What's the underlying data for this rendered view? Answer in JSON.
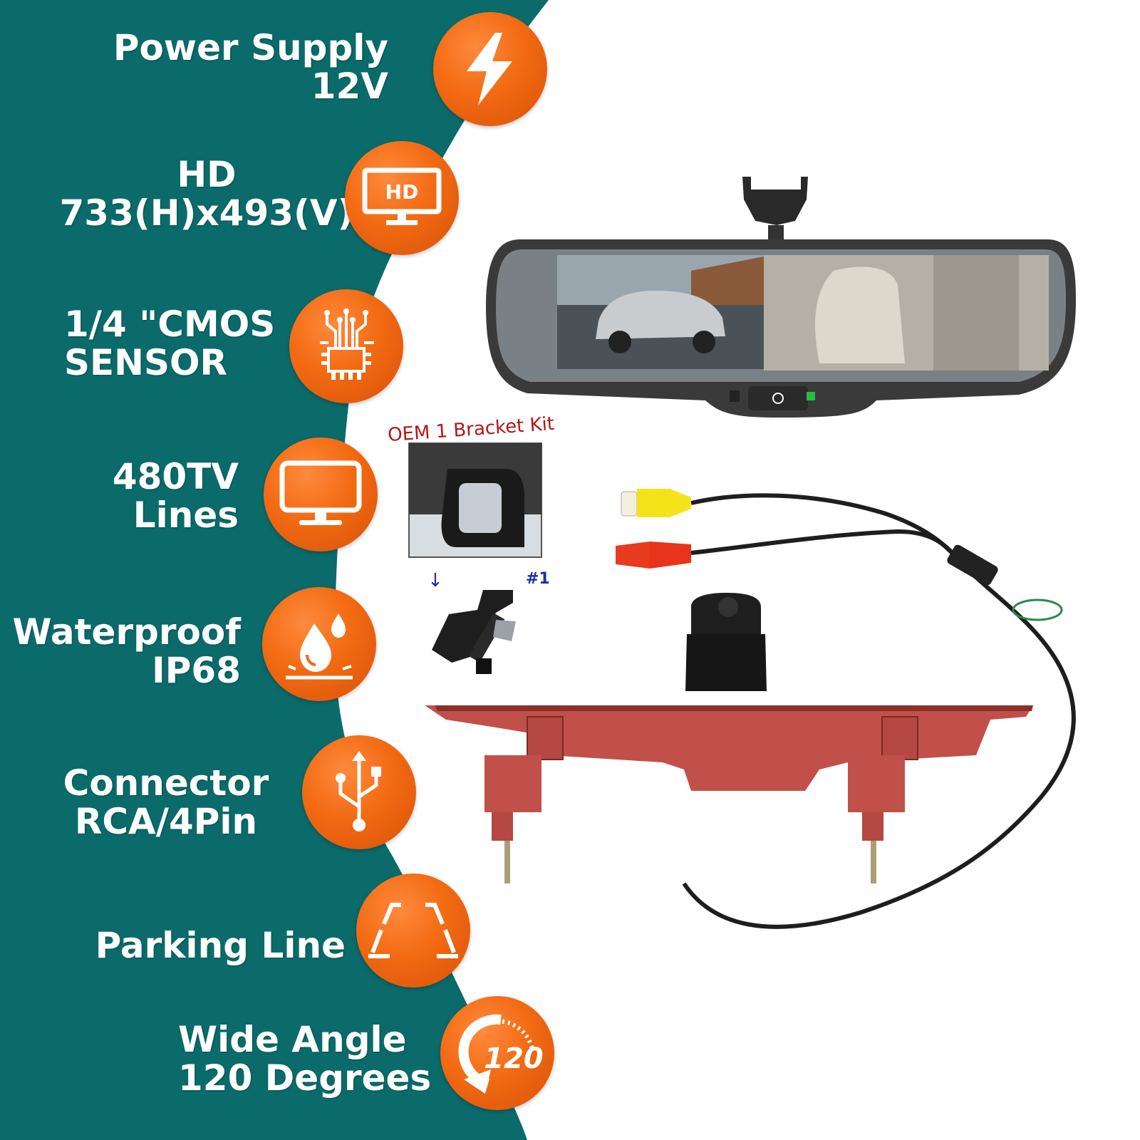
{
  "colors": {
    "panel": "#0b6b6b",
    "badge": "#f26a12",
    "kit_label": "#b01818",
    "kit_index": "#1c2ea8"
  },
  "features": [
    {
      "lines": [
        "Power Supply",
        "12V"
      ],
      "icon": "lightning-bolt-icon"
    },
    {
      "lines": [
        "HD",
        "733(H)x493(V)"
      ],
      "icon": "hd-monitor-icon"
    },
    {
      "lines": [
        "1/4 \"CMOS",
        "SENSOR"
      ],
      "icon": "cmos-chip-icon"
    },
    {
      "lines": [
        "480TV",
        "Lines"
      ],
      "icon": "monitor-icon"
    },
    {
      "lines": [
        "Waterproof",
        "IP68"
      ],
      "icon": "water-drops-icon"
    },
    {
      "lines": [
        "Connector",
        "RCA/4Pin"
      ],
      "icon": "usb-icon"
    },
    {
      "lines": [
        "Parking Line"
      ],
      "icon": "parking-lines-icon"
    },
    {
      "lines": [
        "Wide Angle",
        "120 Degrees"
      ],
      "icon": "wide-angle-120-icon"
    }
  ],
  "badges": {
    "hd_text": "HD",
    "angle_text": "120"
  },
  "kit": {
    "title": "OEM 1 Bracket Kit",
    "index": "#1",
    "arrow": "↓"
  }
}
